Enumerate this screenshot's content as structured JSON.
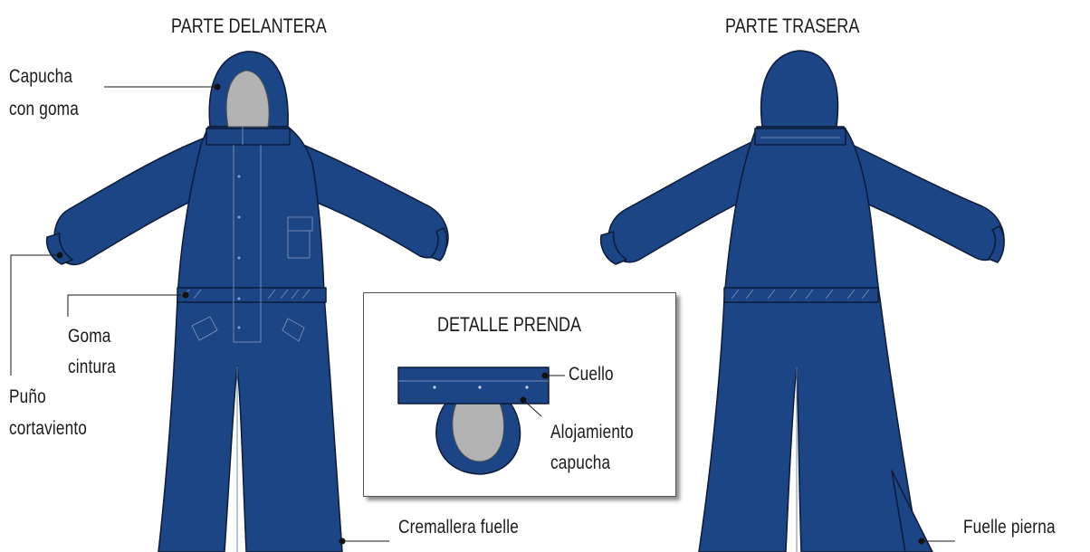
{
  "titles": {
    "front": "PARTE DELANTERA",
    "back": "PARTE TRASERA",
    "detail": "DETALLE PRENDA"
  },
  "labels": {
    "hood_line1": "Capucha",
    "hood_line2": "con goma",
    "waist_line1": "Goma",
    "waist_line2": "cintura",
    "cuff_line1": "Puño",
    "cuff_line2": "cortaviento",
    "zipper": "Cremallera fuelle",
    "collar": "Cuello",
    "hood_housing_line1": "Alojamiento",
    "hood_housing_line2": "capucha",
    "leg_gusset": "Fuelle pierna"
  },
  "colors": {
    "garment": "#1c4585",
    "garment_outline": "#0b1b38",
    "stitch": "#6f88b3",
    "hood_lining": "#b3b3b3"
  }
}
